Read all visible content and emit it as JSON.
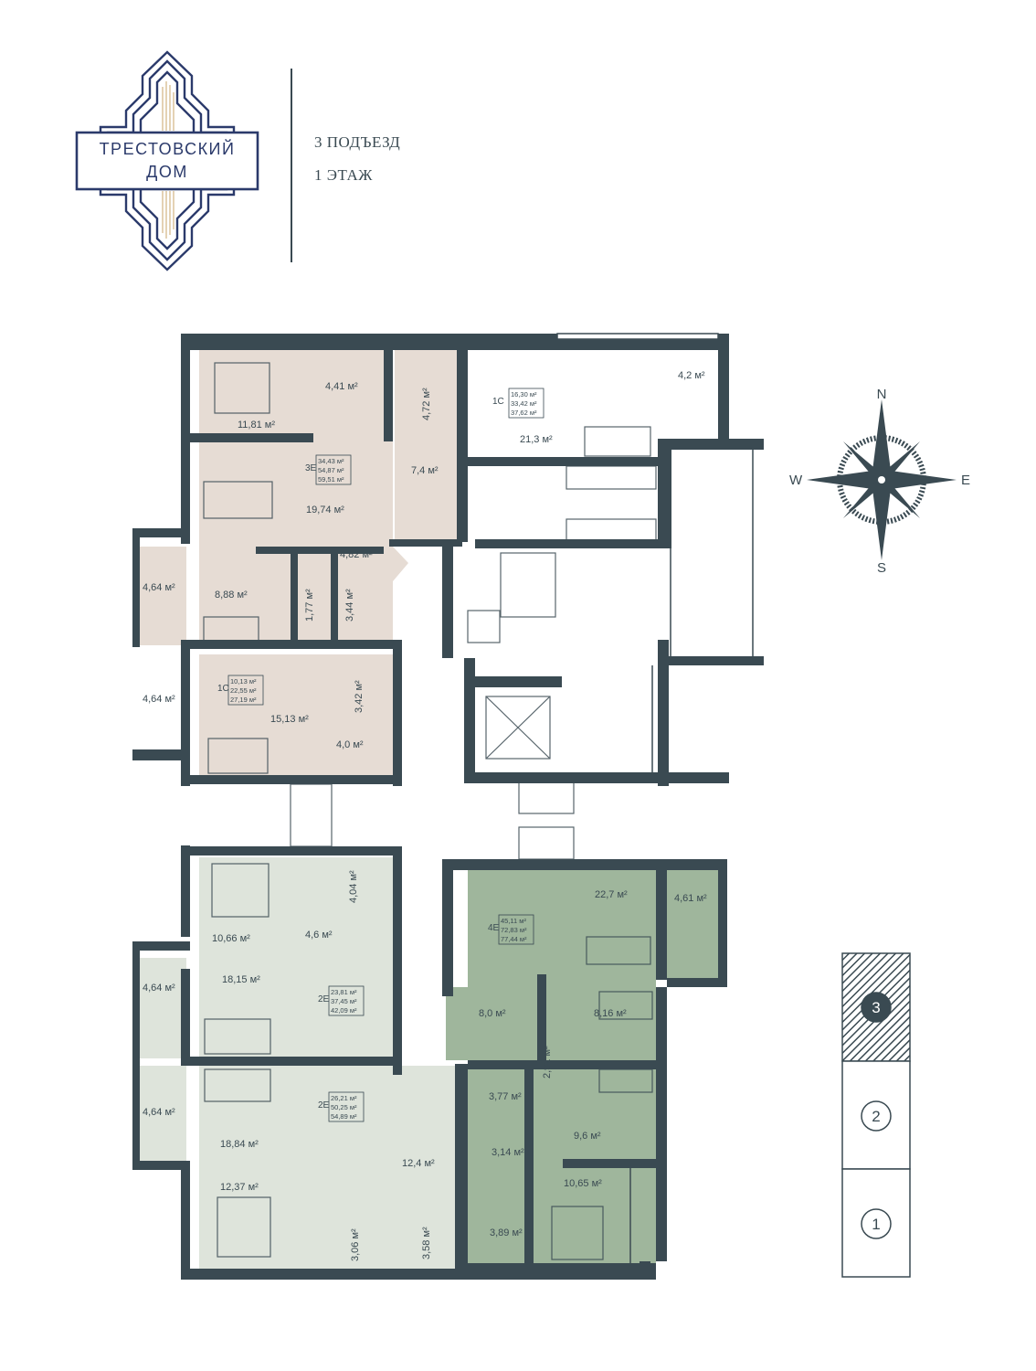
{
  "header": {
    "logo_line1": "ТРЕСТОВСКИЙ",
    "logo_line2": "ДОМ",
    "entrance": "3 ПОДЪЕЗД",
    "floor": "1 ЭТАЖ"
  },
  "colors": {
    "wall": "#3a4a52",
    "apt_beige": "#e6dcd4",
    "apt_light_green": "#dee4db",
    "apt_green": "#9fb69c",
    "common": "#ffffff"
  },
  "compass": {
    "n": "N",
    "s": "S",
    "e": "E",
    "w": "W"
  },
  "apartments": [
    {
      "type": "1С",
      "areas": [
        "16,30 м²",
        "33,42 м²",
        "37,62 м²"
      ]
    },
    {
      "type": "3Е",
      "areas": [
        "34,43 м²",
        "54,87 м²",
        "59,51 м²"
      ]
    },
    {
      "type": "1С",
      "areas": [
        "10,13 м²",
        "22,55 м²",
        "27,19 м²"
      ]
    },
    {
      "type": "2Е",
      "areas": [
        "23,81 м²",
        "37,45 м²",
        "42,09 м²"
      ]
    },
    {
      "type": "2Е",
      "areas": [
        "26,21 м²",
        "50,25 м²",
        "54,89 м²"
      ]
    },
    {
      "type": "4Е",
      "areas": [
        "45,11 м²",
        "72,83 м²",
        "77,44 м²"
      ]
    }
  ],
  "rooms": [
    "11,81 м²",
    "4,41 м²",
    "4,72 м²",
    "21,3 м²",
    "4,2 м²",
    "7,4 м²",
    "19,74 м²",
    "4,82 м²",
    "4,64 м²",
    "8,88 м²",
    "1,77 м²",
    "3,44 м²",
    "4,64 м²",
    "15,13 м²",
    "3,42 м²",
    "4,0 м²",
    "10,66 м²",
    "4,04 м²",
    "4,6 м²",
    "18,15 м²",
    "4,64 м²",
    "4,64 м²",
    "18,84 м²",
    "12,4 м²",
    "12,37 м²",
    "3,06 м²",
    "3,58 м²",
    "22,7 м²",
    "4,61 м²",
    "8,0 м²",
    "8,16 м²",
    "2,92 м²",
    "3,77 м²",
    "3,14 м²",
    "9,6 м²",
    "10,65 м²",
    "3,89 м²"
  ],
  "floors": [
    "3",
    "2",
    "1"
  ]
}
